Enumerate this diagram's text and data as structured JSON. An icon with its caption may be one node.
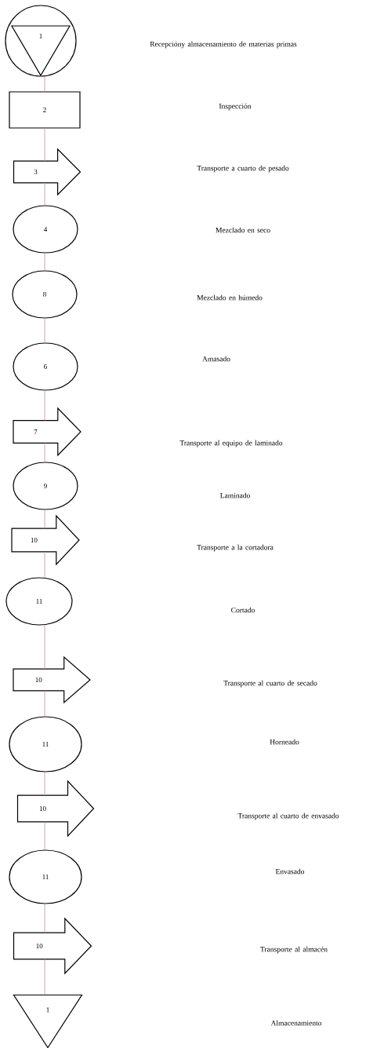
{
  "diagram": {
    "nodes": [
      {
        "text": [
          "1"
        ]
      },
      {
        "text": [
          "2"
        ]
      },
      {
        "text": [
          "3"
        ]
      },
      {
        "text": [
          "4"
        ]
      },
      {
        "text": [
          "8"
        ]
      },
      {
        "text": [
          "6"
        ]
      },
      {
        "text": [
          "7"
        ]
      },
      {
        "text": [
          "9"
        ]
      },
      {
        "text": [
          "10"
        ]
      },
      {
        "text": [
          "11"
        ]
      },
      {
        "text": [
          "10"
        ]
      },
      {
        "text": [
          "11"
        ]
      },
      {
        "text": [
          "10"
        ]
      },
      {
        "text": [
          "11"
        ]
      },
      {
        "text": [
          "10"
        ]
      },
      {
        "text": [
          "1"
        ]
      }
    ],
    "edges": [
      {
        "from": 0,
        "to": 1,
        "arrow": "none"
      },
      {
        "from": 1,
        "to": 2,
        "arrow": "none"
      },
      {
        "from": 2,
        "to": 3,
        "arrow": "none"
      },
      {
        "from": 3,
        "to": 4,
        "arrow": "none"
      },
      {
        "from": 4,
        "to": 5,
        "arrow": "none"
      },
      {
        "from": 5,
        "to": 6,
        "arrow": "none"
      },
      {
        "from": 6,
        "to": 7,
        "arrow": "none"
      },
      {
        "from": 7,
        "to": 8,
        "arrow": "none"
      },
      {
        "from": 8,
        "to": 9,
        "arrow": "none"
      },
      {
        "from": 9,
        "to": 10,
        "arrow": "none"
      },
      {
        "from": 10,
        "to": 11,
        "arrow": "none"
      },
      {
        "from": 11,
        "to": 12,
        "arrow": "none"
      },
      {
        "from": 12,
        "to": 13,
        "arrow": "none"
      },
      {
        "from": 13,
        "to": 14,
        "arrow": "none"
      },
      {
        "from": 14,
        "to": 15,
        "arrow": "none"
      }
    ],
    "labels": [
      "Recepcióny almacenamiento de materias primas",
      "Inspección",
      "Transporte a cuarto de pesado",
      "Mezclado en seco",
      "Mezclado en húmedo",
      "Amasado",
      "Transporte al equipo de laminado",
      "Laminado",
      "Transporte a la cortadora",
      "Cortado",
      "Transporte al cuarto de secado",
      "Horneado",
      "Transporte al cuarto de envasado",
      "Envasado",
      "Transporte al almacén",
      "Almacenamiento"
    ]
  }
}
